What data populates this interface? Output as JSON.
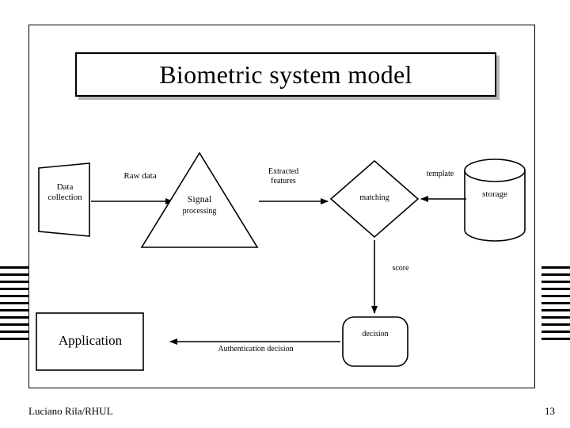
{
  "slide": {
    "title": "Biometric system model",
    "footer_author": "Luciano Rila/RHUL",
    "footer_page": "13"
  },
  "diagram": {
    "type": "flowchart",
    "nodes": [
      {
        "id": "data-collection",
        "label": "Data\ncollection",
        "label_line1": "Data",
        "label_line2": "collection",
        "shape": "pentagon-slant"
      },
      {
        "id": "signal-processing",
        "label": "Signal\nprocessing",
        "label_line1": "Signal",
        "label_line2": "processing",
        "shape": "triangle"
      },
      {
        "id": "matching",
        "label": "matching",
        "shape": "diamond"
      },
      {
        "id": "storage",
        "label": "storage",
        "shape": "cylinder"
      },
      {
        "id": "decision",
        "label": "decision",
        "shape": "rounded-rect"
      },
      {
        "id": "application",
        "label": "Application",
        "shape": "rect"
      }
    ],
    "edge_labels": [
      {
        "id": "raw-data",
        "label": "Raw data"
      },
      {
        "id": "extracted-features",
        "label_line1": "Extracted",
        "label_line2": "features"
      },
      {
        "id": "template",
        "label": "template"
      },
      {
        "id": "score",
        "label": "score"
      },
      {
        "id": "authentication-decision",
        "label": "Authentication decision"
      }
    ],
    "colors": {
      "stroke": "#000000",
      "fill": "#ffffff",
      "title_shadow": "#b9b9b9"
    }
  }
}
